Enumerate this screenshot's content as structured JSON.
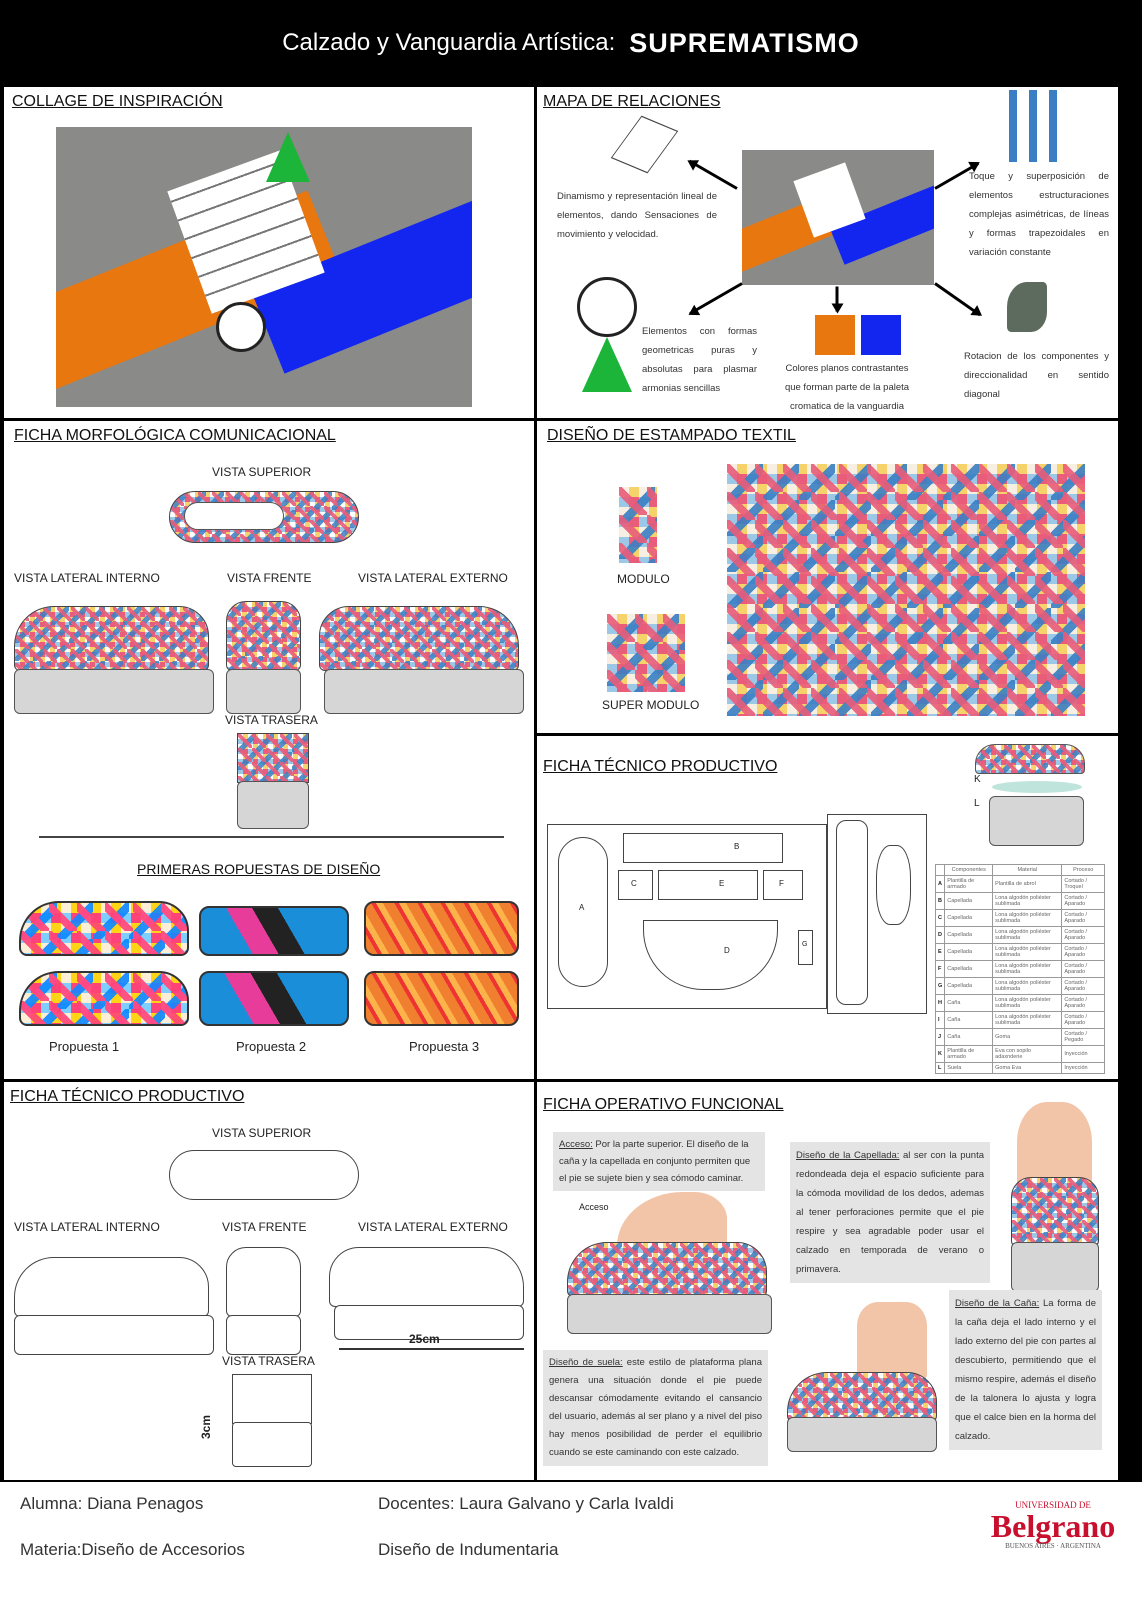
{
  "header": {
    "title": "Calzado y Vanguardia Artística:",
    "title_bold": "SUPREMATISMO"
  },
  "collage": {
    "title": "COLLAGE DE INSPIRACIÓN"
  },
  "mapa": {
    "title": "MAPA DE RELACIONES",
    "notes": [
      "Dinamismo y representación lineal de elementos, dando Sensaciones de movimiento y velocidad.",
      "Toque y superposición de elementos estructuraciones complejas asimétricas, de líneas y formas trapezoidales en variación constante",
      "Elementos con formas geometricas puras y absolutas para plasmar armonias sencillas",
      "Colores planos contrastantes que forman parte de la paleta cromatica de la vanguardia",
      "Rotacion de los componentes y direccionalidad en sentido diagonal"
    ]
  },
  "morfo": {
    "title": "FICHA MORFOLÓGICA COMUNICACIONAL",
    "views": [
      "VISTA SUPERIOR",
      "VISTA LATERAL INTERNO",
      "VISTA FRENTE",
      "VISTA LATERAL EXTERNO",
      "VISTA TRASERA"
    ],
    "proposals_title": "PRIMERAS ROPUESTAS DE DISEÑO",
    "proposals": [
      "Propuesta 1",
      "Propuesta 2",
      "Propuesta 3"
    ]
  },
  "estampado": {
    "title": "DISEÑO DE ESTAMPADO TEXTIL",
    "modulo": "MODULO",
    "super_modulo": "SUPER MODULO"
  },
  "tecnico_right": {
    "title": "FICHA TÉCNICO PRODUCTIVO",
    "letters": [
      "K",
      "L"
    ],
    "pieces": [
      "A",
      "B",
      "C",
      "D",
      "E",
      "F",
      "G"
    ],
    "table": {
      "headers": [
        "",
        "Componentes",
        "Material",
        "Proceso"
      ],
      "rows": [
        [
          "A",
          "Plantilla de armado",
          "Plantilla de abrol",
          "Cortado / Troquel"
        ],
        [
          "B",
          "Capellada",
          "Lona algodón poliéster sublimada",
          "Cortado / Aparado"
        ],
        [
          "C",
          "Capellada",
          "Lona algodón poliéster sublimada",
          "Cortado / Aparado"
        ],
        [
          "D",
          "Capellada",
          "Lona algodón poliéster sublimada",
          "Cortado / Aparado"
        ],
        [
          "E",
          "Capellada",
          "Lona algodón poliéster sublimada",
          "Cortado / Aparado"
        ],
        [
          "F",
          "Capellada",
          "Lona algodón poliéster sublimada",
          "Cortado / Aparado"
        ],
        [
          "G",
          "Capellada",
          "Lona algodón poliéster sublimada",
          "Cortado / Aparado"
        ],
        [
          "H",
          "Caña",
          "Lona algodón poliéster sublimada",
          "Cortado / Aparado"
        ],
        [
          "I",
          "Caña",
          "Lona algodón poliéster sublimada",
          "Cortado / Aparado"
        ],
        [
          "J",
          "Caña",
          "Goma",
          "Cortado / Pegado"
        ],
        [
          "K",
          "Plantilla de armado",
          "Eva con sopilo adaxnderie",
          "Inyección"
        ],
        [
          "L",
          "Suela",
          "Goma Eva",
          "Inyección"
        ]
      ]
    }
  },
  "tecnico_left": {
    "title": "FICHA TÉCNICO PRODUCTIVO",
    "views": [
      "VISTA SUPERIOR",
      "VISTA LATERAL INTERNO",
      "VISTA FRENTE",
      "VISTA LATERAL EXTERNO",
      "VISTA TRASERA"
    ],
    "measure_length": "25cm",
    "measure_height": "3cm"
  },
  "operativo": {
    "title": "FICHA  OPERATIVO FUNCIONAL",
    "acceso_label": "Acceso:",
    "acceso_text": " Por la parte superior. El diseño de la caña y la capellada en conjunto permiten que el pie se sujete bien y sea cómodo caminar.",
    "acceso_tag": "Acceso",
    "capellada_label": "Diseño de la Capellada:",
    "capellada_text": " al ser con la punta redondeada deja el espacio suficiente para la cómoda movilidad de los dedos, ademas al tener perforaciones permite que el pie respire y sea agradable poder usar el calzado en temporada de verano o primavera.",
    "suela_label": "Diseño de suela:",
    "suela_text": " este estilo de plataforma plana genera una situación donde el pie puede descansar cómodamente evitando el cansancio del usuario, además al ser plano y a nivel del piso hay menos posibilidad de perder el equilibrio cuando se este caminando con este calzado.",
    "cana_label": "Diseño de la Caña:",
    "cana_text": " La forma de la caña deja el lado interno y el lado externo del pie con partes al descubierto, permitiendo que el mismo respire, además el diseño de la talonera lo ajusta y logra que el calce bien en la horma del calzado."
  },
  "footer": {
    "student": "Alumna: Diana Penagos",
    "subject": "Materia:Diseño de Accesorios",
    "teachers": "Docentes: Laura Galvano y Carla Ivaldi",
    "career": "Diseño de Indumentaria",
    "logo_top": "UNIVERSIDAD DE",
    "logo_main": "Belgrano",
    "logo_bottom": "BUENOS AIRES · ARGENTINA"
  },
  "colors": {
    "orange": "#e9770f",
    "blue": "#1326f0",
    "green": "#1cb53a",
    "logo_red": "#c8102e"
  }
}
